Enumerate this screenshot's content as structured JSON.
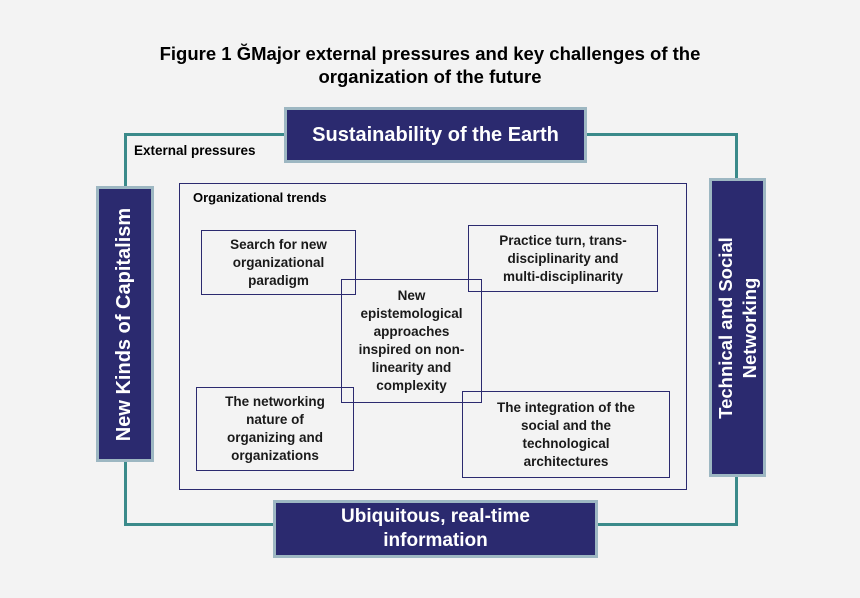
{
  "figure": {
    "title_line1": "Figure 1 ĞMajor external pressures and key challenges of the",
    "title_line2": "organization of the future"
  },
  "external": {
    "label": "External pressures",
    "top": "Sustainability of the Earth",
    "bottom_line1": "Ubiquitous, real-time",
    "bottom_line2": "information",
    "left": "New Kinds of Capitalism",
    "right_line1": "Technical and Social",
    "right_line2": "Networking"
  },
  "trends": {
    "label": "Organizational trends",
    "search": [
      "Search for new",
      "organizational",
      "paradigm"
    ],
    "practice": [
      "Practice turn, trans-",
      "disciplinarity and",
      "multi-disciplinarity"
    ],
    "epistemological": [
      "New",
      "epistemological",
      "approaches",
      "inspired on non-",
      "linearity and",
      "complexity"
    ],
    "networking": [
      "The networking",
      "nature of",
      "organizing and",
      "organizations"
    ],
    "integration": [
      "The integration of the",
      "social and the",
      "technological",
      "architectures"
    ]
  },
  "colors": {
    "navy": "#2b2a6f",
    "teal_frame": "#3a8a8a",
    "box_border": "#9db7c2"
  }
}
